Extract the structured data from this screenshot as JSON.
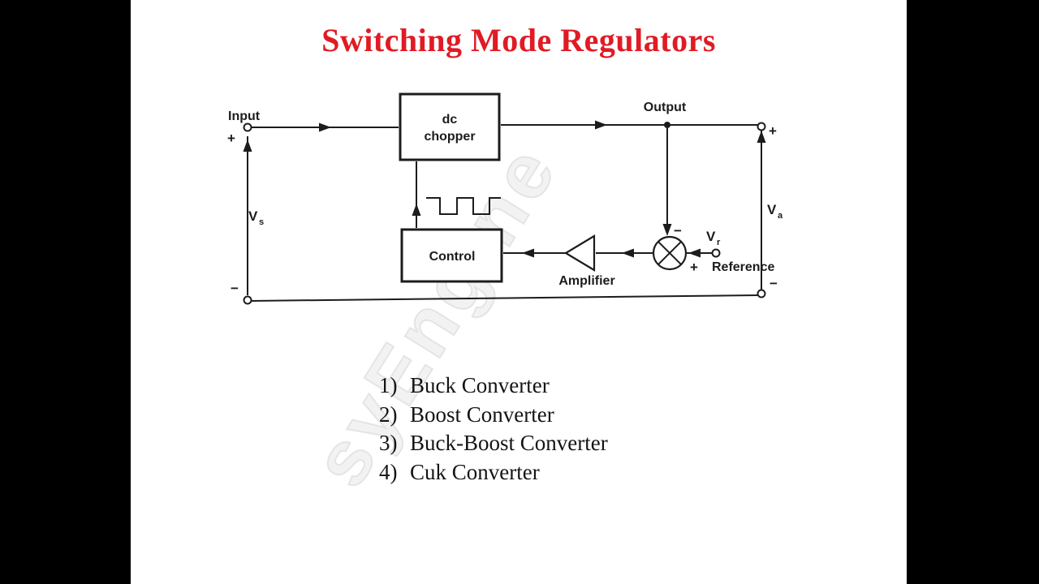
{
  "slide": {
    "title": "Switching Mode Regulators",
    "title_color": "#e01b24",
    "watermark": "syEngine",
    "background_color": "#ffffff",
    "letterbox_color": "#000000"
  },
  "diagram": {
    "boxes": {
      "dc_chopper_line1": "dc",
      "dc_chopper_line2": "chopper",
      "control": "Control"
    },
    "labels": {
      "input": "Input",
      "output": "Output",
      "amplifier": "Amplifier",
      "reference": "Reference",
      "vs_main": "V",
      "vs_sub": "s",
      "va_main": "V",
      "va_sub": "a",
      "vr_main": "V",
      "vr_sub": "r",
      "input_plus": "+",
      "input_minus": "−",
      "output_plus": "+",
      "output_minus": "−",
      "summing_minus": "−",
      "summing_plus": "+"
    }
  },
  "list": {
    "items": [
      {
        "number": "1)",
        "label": "Buck Converter"
      },
      {
        "number": "2)",
        "label": "Boost Converter"
      },
      {
        "number": "3)",
        "label": "Buck-Boost Converter"
      },
      {
        "number": "4)",
        "label": "Cuk Converter"
      }
    ]
  }
}
